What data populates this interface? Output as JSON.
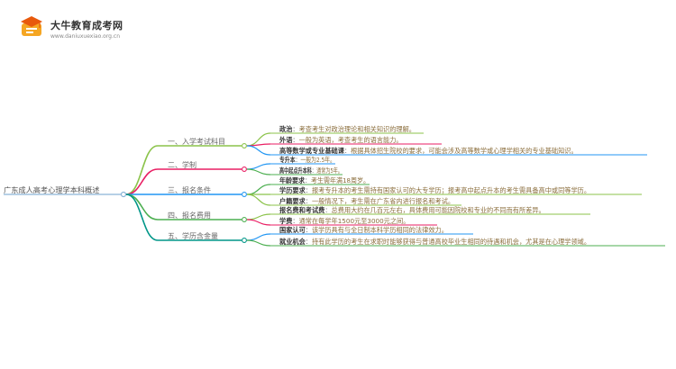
{
  "brand": {
    "site_name": "大牛教育成考网",
    "site_url": "www.daniuxuexiao.org.cn"
  },
  "colors": {
    "branch_1": "#8bc34a",
    "branch_2": "#e91e63",
    "branch_3": "#2196f3",
    "branch_4": "#4caf50",
    "branch_5": "#009688",
    "root_line": "#8ab4d8",
    "highlight_text": "#8a6d3b",
    "node_text": "#555555"
  },
  "root": {
    "label": "广东成人高考心理学本科概述"
  },
  "branches": [
    {
      "label": "一、入学考试科目",
      "color": "#8bc34a",
      "items": [
        {
          "key": "政治",
          "sep": "：",
          "text": "考查考生对政治理论和相关知识的理解。",
          "color": "#8bc34a"
        },
        {
          "key": "外语",
          "sep": "：",
          "text": "一般为英语，考查考生的语言能力。",
          "color": "#e91e63"
        },
        {
          "key": "高等数学或专业基础课",
          "sep": "：",
          "text": "根据具体招生院校的要求，可能会涉及高等数学或心理学相关的专业基础知识。",
          "color": "#2196f3"
        }
      ]
    },
    {
      "label": "二、学制",
      "color": "#e91e63",
      "items": [
        {
          "key": "专升本",
          "sep": "：",
          "text": "一般为2.5年。",
          "color": "#2196f3"
        },
        {
          "key": "高中起点升本科",
          "sep": "：",
          "text": "通常为5年。",
          "color": "#4caf50"
        }
      ]
    },
    {
      "label": "三、报名条件",
      "color": "#2196f3",
      "items": [
        {
          "key": "年龄要求",
          "sep": "：",
          "text": "考生需年满18周岁。",
          "color": "#4caf50"
        },
        {
          "key": "学历要求",
          "sep": "：",
          "text": "报考专升本的考生需持有国家认可的大专学历；报考高中起点升本的考生需具备高中或同等学历。",
          "color": "#8bc34a"
        },
        {
          "key": "户籍要求",
          "sep": "：",
          "text": "一般情况下，考生需在广东省内进行报名和考试。",
          "color": "#8bc34a"
        }
      ]
    },
    {
      "label": "四、报名费用",
      "color": "#4caf50",
      "items": [
        {
          "key": "报名费和考试费",
          "sep": "：",
          "text": "总费用大约在几百元左右，具体费用可能因院校和专业的不同而有所差异。",
          "color": "#8bc34a"
        },
        {
          "key": "学费",
          "sep": "：",
          "text": "通常在每学年1500元至3000元之间。",
          "color": "#e91e63"
        }
      ]
    },
    {
      "label": "五、学历含金量",
      "color": "#009688",
      "items": [
        {
          "key": "国家认可",
          "sep": "：",
          "text": "该学历具有与全日制本科学历相同的法律效力。",
          "color": "#2196f3"
        },
        {
          "key": "就业机会",
          "sep": "：",
          "text": "持有此学历的考生在求职时能够获得与普通高校毕业生相同的待遇和机会，尤其是在心理学领域。",
          "color": "#4caf50"
        }
      ]
    }
  ]
}
